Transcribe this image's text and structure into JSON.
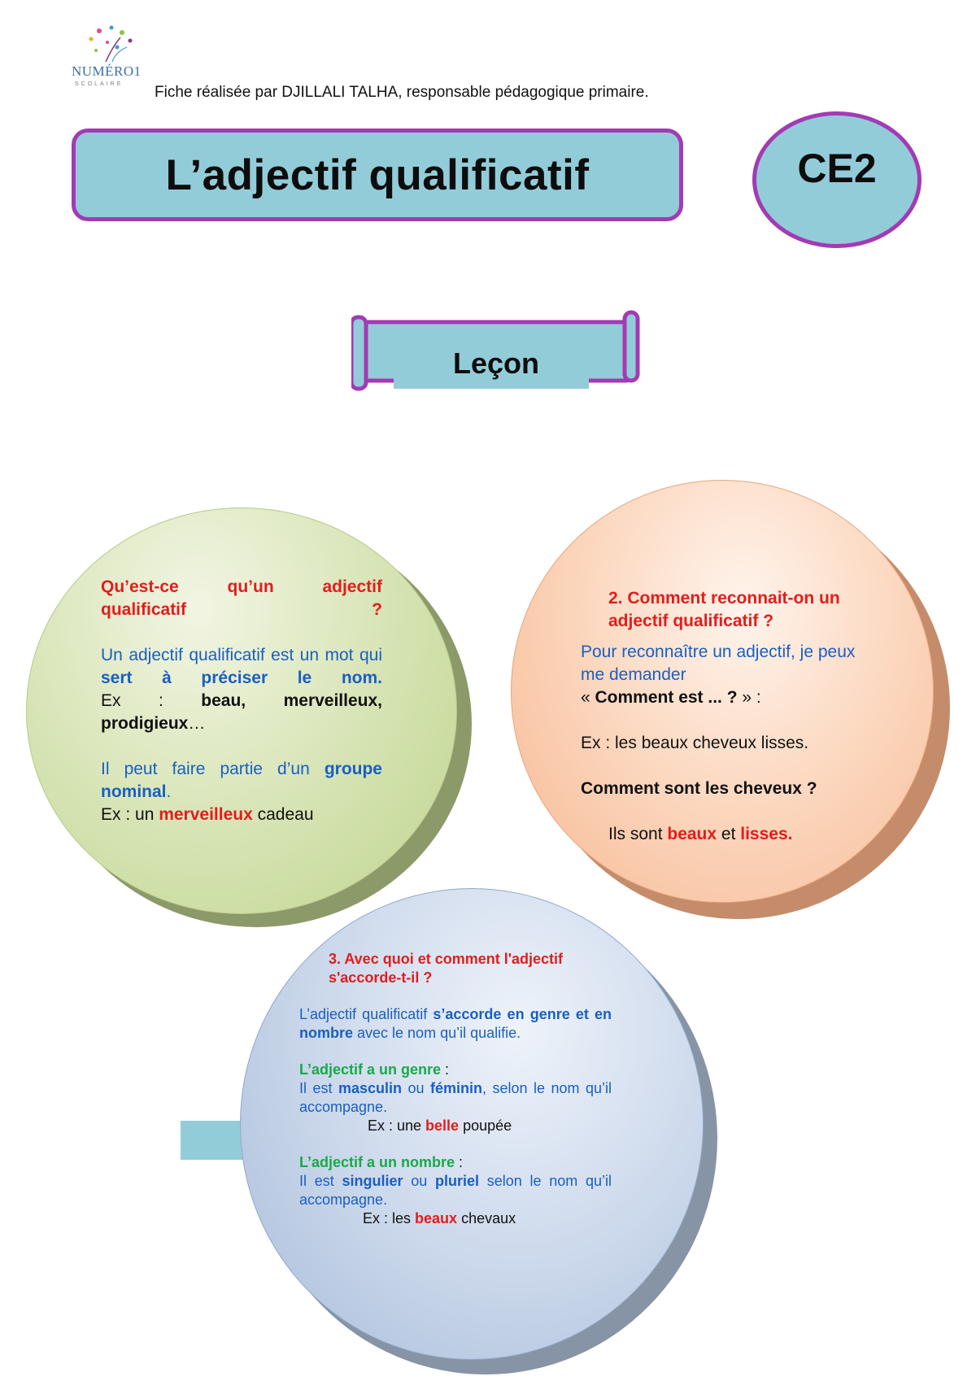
{
  "header": {
    "logo_name": "NUMÉRO1",
    "logo_tagline": "SCOLAIRE",
    "credit": "Fiche réalisée par DJILLALI TALHA, responsable pédagogique primaire."
  },
  "title": "L’adjectif qualificatif",
  "level": "CE2",
  "section_label": "Leçon",
  "circle1": {
    "heading": "Qu’est-ce qu’un adjectif qualificatif ?",
    "def_part1": "Un adjectif qualificatif est un mot qui ",
    "def_bold": "sert à préciser le nom.",
    "ex_prefix": "Ex : ",
    "ex_bold": "beau, merveilleux, prodigieux",
    "ex_suffix": "…",
    "group_part1": "Il peut faire partie d’un ",
    "group_bold": "groupe nominal",
    "group_end": ".",
    "ex2_prefix": "Ex : un ",
    "ex2_red": "merveilleux",
    "ex2_suffix": " cadeau"
  },
  "circle2": {
    "heading": "2. Comment reconnait-on un adjectif qualificatif ?",
    "intro": "Pour reconnaître un adjectif, je peux me demander",
    "q_open": "« ",
    "q_bold": "Comment est ... ? ",
    "q_close": "» :",
    "example": "Ex : les beaux cheveux lisses.",
    "question": "Comment sont les cheveux ?",
    "answer_prefix": "Ils sont ",
    "answer_red1": "beaux",
    "answer_mid": " et ",
    "answer_red2": "lisses."
  },
  "circle3": {
    "heading": "3. Avec quoi et comment l'adjectif s'accorde-t-il ?",
    "agree_part1": "L’adjectif qualificatif ",
    "agree_bold": "s’accorde en genre et en nombre",
    "agree_part2": " avec le nom qu’il qualifie.",
    "gender_title": "L’adjectif a un genre",
    "gender_colon": " :",
    "gender_p1": "Il est ",
    "gender_b1": "masculin",
    "gender_p2": " ou ",
    "gender_b2": "féminin",
    "gender_p3": ", selon le nom qu’il accompagne.",
    "gender_ex_prefix": "Ex : une ",
    "gender_ex_red": "belle",
    "gender_ex_suffix": " poupée",
    "number_title": "L’adjectif a un nombre",
    "number_colon": " :",
    "number_p1": "Il est ",
    "number_b1": "singulier",
    "number_p2": " ou ",
    "number_b2": "pluriel",
    "number_p3": " selon le nom qu’il accompagne.",
    "number_ex_prefix": "Ex : les ",
    "number_ex_red": "beaux",
    "number_ex_suffix": " chevaux"
  }
}
